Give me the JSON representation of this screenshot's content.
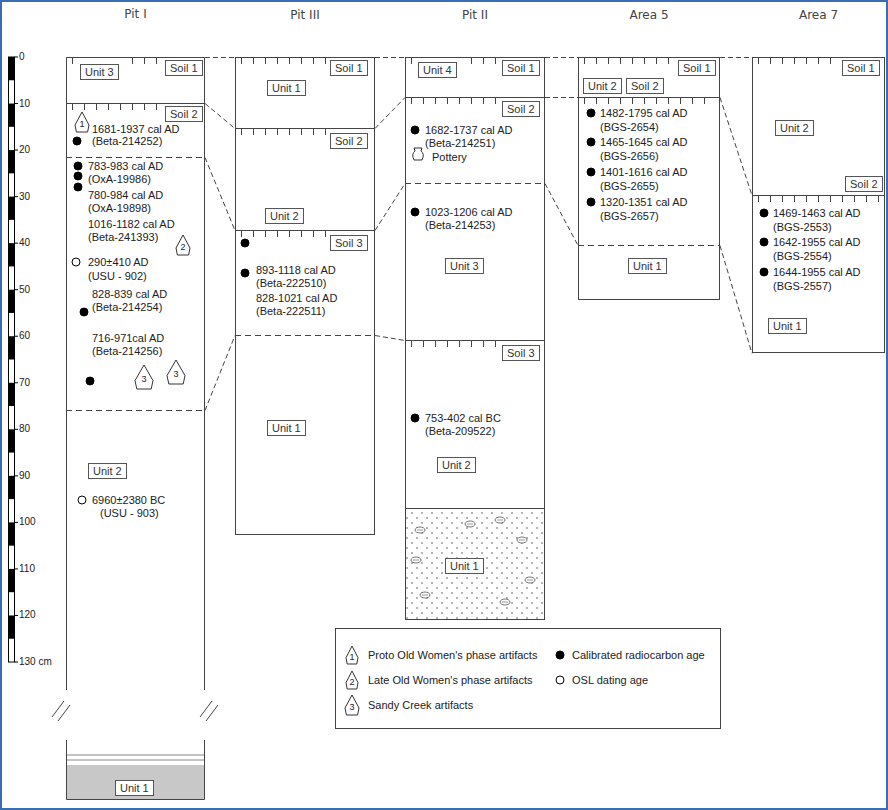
{
  "diagram": {
    "nodes": [
      {
        "text": [
          "Pit I"
        ]
      },
      {
        "text": [
          "Unit 3"
        ],
        "in": 0
      },
      {
        "text": [
          "Soil 1"
        ],
        "in": 0
      },
      {
        "text": [
          "Soil 2"
        ],
        "in": 0
      },
      {
        "text": [
          "Unit 2"
        ],
        "in": 0
      },
      {
        "text": [
          "Unit 1"
        ],
        "in": 0
      },
      {
        "text": [
          "Pit III"
        ]
      },
      {
        "text": [
          "Soil 1"
        ],
        "in": 6
      },
      {
        "text": [
          "Unit 1"
        ],
        "in": 6
      },
      {
        "text": [
          "Soil 2"
        ],
        "in": 6
      },
      {
        "text": [
          "Unit 2"
        ],
        "in": 6
      },
      {
        "text": [
          "Soil 3"
        ],
        "in": 6
      },
      {
        "text": [
          "Unit 1"
        ],
        "in": 6
      },
      {
        "text": [
          "Pit II"
        ]
      },
      {
        "text": [
          "Unit 4"
        ],
        "in": 13
      },
      {
        "text": [
          "Soil 1"
        ],
        "in": 13
      },
      {
        "text": [
          "Soil 2"
        ],
        "in": 13
      },
      {
        "text": [
          "Unit 3"
        ],
        "in": 13
      },
      {
        "text": [
          "Soil 3"
        ],
        "in": 13
      },
      {
        "text": [
          "Unit 2"
        ],
        "in": 13
      },
      {
        "text": [
          "Unit 1"
        ],
        "in": 13
      },
      {
        "text": [
          "Area 5"
        ]
      },
      {
        "text": [
          "Unit 2"
        ],
        "in": 21
      },
      {
        "text": [
          "Soil 2"
        ],
        "in": 21
      },
      {
        "text": [
          "Soil 1"
        ],
        "in": 21
      },
      {
        "text": [
          "Unit 1"
        ],
        "in": 21
      },
      {
        "text": [
          "Area 7"
        ]
      },
      {
        "text": [
          "Soil 1"
        ],
        "in": 26
      },
      {
        "text": [
          "Unit 2"
        ],
        "in": 26
      },
      {
        "text": [
          "Soil 2"
        ],
        "in": 26
      },
      {
        "text": [
          "Unit 1"
        ],
        "in": 26
      }
    ],
    "edges": [
      {
        "from": 0,
        "to": 6,
        "arrow": "none"
      },
      {
        "from": 0,
        "to": 6,
        "arrow": "none"
      },
      {
        "from": 0,
        "to": 6,
        "arrow": "none"
      },
      {
        "from": 0,
        "to": 6,
        "arrow": "none"
      },
      {
        "from": 6,
        "to": 13,
        "arrow": "none"
      },
      {
        "from": 6,
        "to": 13,
        "arrow": "none"
      },
      {
        "from": 6,
        "to": 13,
        "arrow": "none"
      },
      {
        "from": 6,
        "to": 13,
        "arrow": "none"
      },
      {
        "from": 13,
        "to": 21,
        "arrow": "none"
      },
      {
        "from": 13,
        "to": 21,
        "arrow": "none"
      },
      {
        "from": 13,
        "to": 21,
        "arrow": "none"
      },
      {
        "from": 21,
        "to": 26,
        "arrow": "none"
      },
      {
        "from": 21,
        "to": 26,
        "arrow": "none"
      },
      {
        "from": 21,
        "to": 26,
        "arrow": "none"
      }
    ],
    "labels": [
      "0",
      "10",
      "20",
      "30",
      "40",
      "50",
      "60",
      "70",
      "80",
      "90",
      "100",
      "110",
      "120",
      "130 cm",
      "1",
      "1681-1937 cal AD",
      "(Beta-214252)",
      "783-983 cal AD",
      "(OxA-19986)",
      "780-984 cal AD",
      "(OxA-19898)",
      "1016-1182 cal AD",
      "(Beta-241393)",
      "2",
      "290±410 AD",
      "(USU - 902)",
      "828-839 cal AD",
      "(Beta-214254)",
      "716-971cal AD",
      "(Beta-214256)",
      "3",
      "3",
      "6960±2380 BC",
      "(USU - 903)",
      "893-1118 cal AD",
      "(Beta-222510)",
      "828-1021 cal AD",
      "(Beta-222511)",
      "1682-1737 cal AD",
      "(Beta-214251)",
      "Pottery",
      "1023-1206 cal AD",
      "(Beta-214253)",
      "753-402 cal BC",
      "(Beta-209522)",
      "1482-1795 cal AD",
      "(BGS-2654)",
      "1465-1645 cal AD",
      "(BGS-2656)",
      "1401-1616 cal AD",
      "(BGS-2655)",
      "1320-1351 cal AD",
      "(BGS-2657)",
      "1469-1463 cal AD",
      "(BGS-2553)",
      "1642-1955 cal AD",
      "(BGS-2554)",
      "1644-1955 cal AD",
      "(BGS-2557)",
      "1",
      "2",
      "3"
    ],
    "legend": [
      {
        "text": "Proto Old Women's phase artifacts"
      },
      {
        "text": "Late Old Women's phase artifacts"
      },
      {
        "text": "Sandy Creek artifacts"
      },
      {
        "text": "Calibrated radiocarbon age"
      },
      {
        "text": "OSL dating age"
      }
    ]
  }
}
